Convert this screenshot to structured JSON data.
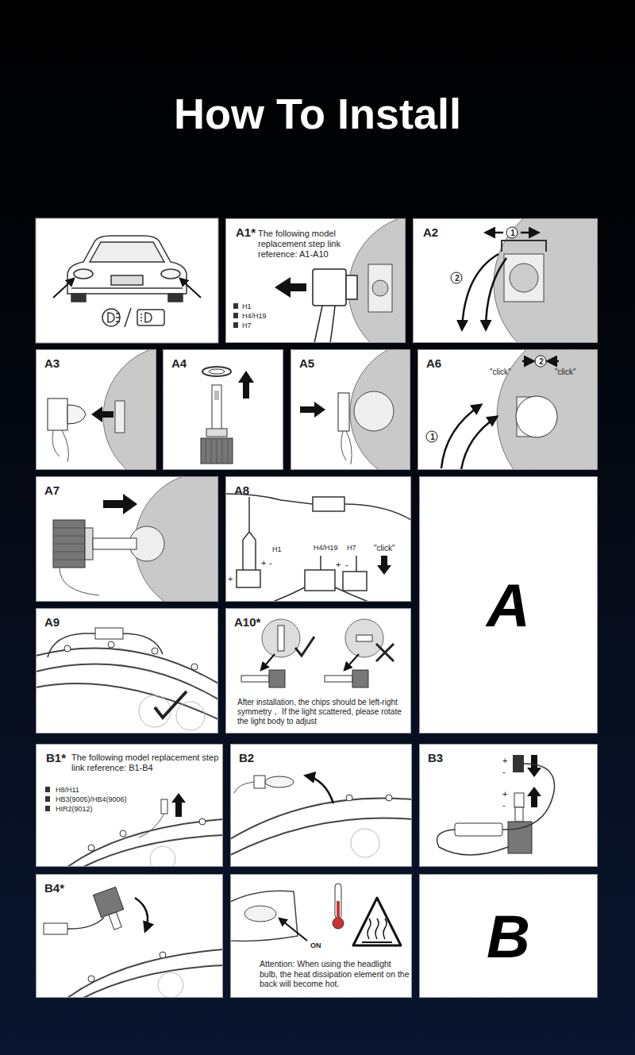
{
  "diagram": {
    "title": "How To Install",
    "nodes": [
      {
        "text": [
          "A1*",
          "The following model replacement step link reference: A1-A10",
          "H1",
          "H4/H19",
          "H7"
        ]
      },
      {
        "text": [
          "A2",
          "1",
          "2"
        ]
      },
      {
        "text": [
          "A3"
        ]
      },
      {
        "text": [
          "A4"
        ]
      },
      {
        "text": [
          "A5"
        ]
      },
      {
        "text": [
          "A6",
          "\"click\"",
          "2",
          "\"click\"",
          "1"
        ]
      },
      {
        "text": [
          "A7"
        ]
      },
      {
        "text": [
          "A8",
          "H1",
          "H4/H19",
          "H7",
          "\"click\"",
          "+",
          "-",
          "+",
          "+",
          "-"
        ]
      },
      {
        "text": [
          "A"
        ]
      },
      {
        "text": [
          "A9"
        ]
      },
      {
        "text": [
          "A10*",
          "After installation, the chips should be left-right symmetry， If the light scattered, please rotate the light body to adjust"
        ]
      },
      {
        "text": [
          "B1*",
          "The following model replacement step link reference: B1-B4",
          "H8/H11",
          "HB3(9005)/HB4(9006)",
          "HIR2(9012)"
        ]
      },
      {
        "text": [
          "B2"
        ]
      },
      {
        "text": [
          "B3",
          "+",
          "-",
          "+",
          "-"
        ]
      },
      {
        "text": [
          "B4*"
        ]
      },
      {
        "text": [
          "ON",
          "Attention: When using the headlight bulb, the heat dissipation element on the back will become hot."
        ]
      },
      {
        "text": [
          "B"
        ]
      }
    ]
  }
}
